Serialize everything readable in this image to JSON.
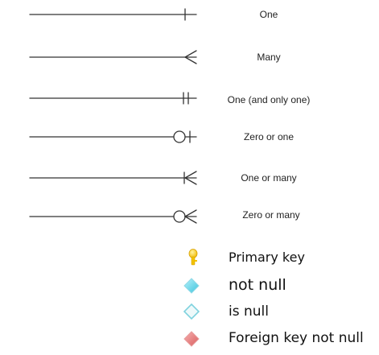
{
  "cardinality": {
    "one": "One",
    "many": "Many",
    "one_only": "One (and only one)",
    "zero_or_one": "Zero or one",
    "one_or_many": "One or many",
    "zero_or_many": "Zero or many"
  },
  "legend": {
    "primary_key": "Primary key",
    "not_null": "not null",
    "is_null": "is null",
    "fk_not_null": "Foreign key not null"
  },
  "colors": {
    "line": "#333333",
    "key": "#f5c400",
    "not_null": "#5fd3e8",
    "is_null": "#e8f6f8",
    "fk_not_null": "#e07a7a"
  }
}
